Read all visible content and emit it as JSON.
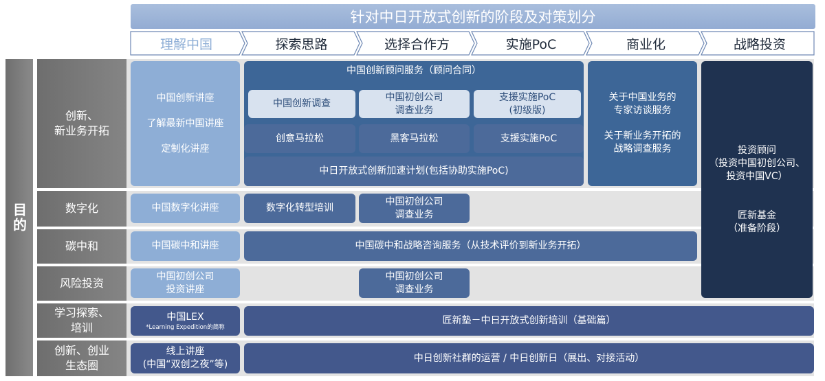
{
  "title": "针对中日开放式创新的阶段及对策划分",
  "stages": [
    "理解中国",
    "探索思路",
    "选择合作方",
    "实施PoC",
    "商业化",
    "战略投资"
  ],
  "purpose_label": "目的",
  "rows": {
    "innovation": "创新、\n新业务开拓",
    "digital": "数字化",
    "carbon": "碳中和",
    "venture": "风险投资",
    "learning": "学习探索、\n培训",
    "ecosystem": "创新、创业\n生态圈"
  },
  "cells": {
    "lectures": [
      "中国创新讲座",
      "了解最新中国讲座",
      "定制化讲座"
    ],
    "consulting": "中国创新顾问服务（顾问合同）",
    "survey": "中国创新调查",
    "startup_survey": "中国初创公司\n调查业务",
    "poc_support_basic": "支援实施PoC\n(初级版)",
    "ideathon": "创意马拉松",
    "hackathon": "黑客马拉松",
    "poc_support": "支援实施PoC",
    "accelerator": "中日开放式创新加速计划(包括协助实施PoC)",
    "expert_interview": "关于中国业务的\n专家访谈服务",
    "strategy_survey": "关于新业务开拓的\n战略调查服务",
    "investment_advisor": "投资顾问\n（投资中国初创公司、\n投资中国VC）",
    "fund": "匠新基金\n（准备阶段）",
    "digital_lecture": "中国数字化讲座",
    "digital_training": "数字化转型培训",
    "digital_startup_survey": "中国初创公司\n调查业务",
    "carbon_lecture": "中国碳中和讲座",
    "carbon_consulting": "中国碳中和战略咨询服务（从技术评价到新业务开拓）",
    "venture_lecture": "中国初创公司\n投资讲座",
    "venture_startup_survey": "中国初创公司\n调查业务",
    "lex_title": "中国LEX",
    "lex_note": "*Learning Expedition的简称",
    "training": "匠新塾－中日开放式创新培训（基础篇）",
    "online_lecture": "线上讲座\n(中国“双创之夜”等)",
    "community": "中日创新社群的运营 / 中日创新日（展出、对接活动）"
  },
  "colors": {
    "title": "#93acd3",
    "light_box": "#8eaed6",
    "mid_box": "#3d6697",
    "dark_box": "#1f3250",
    "row_label": "#757575"
  }
}
